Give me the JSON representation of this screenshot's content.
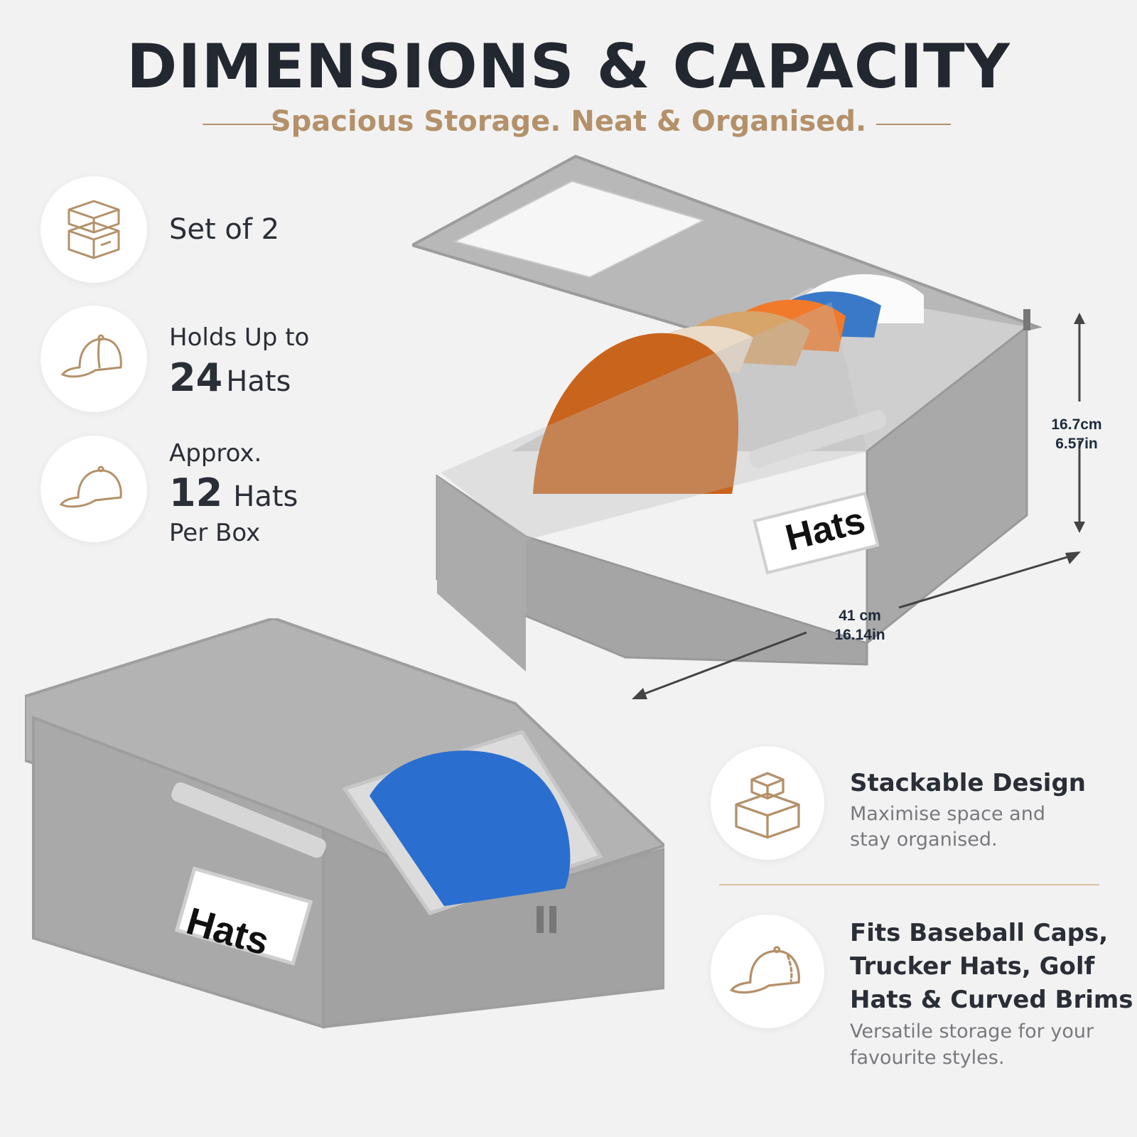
{
  "header": {
    "title": "DIMENSIONS & CAPACITY",
    "subtitle": "Spacious Storage. Neat & Organised."
  },
  "features_left": [
    {
      "icon": "stacked-boxes-icon",
      "line1": "Set of 2"
    },
    {
      "icon": "trucker-cap-icon",
      "line1": "Holds Up to",
      "number": "24",
      "unit": "Hats"
    },
    {
      "icon": "baseball-cap-icon",
      "line1": "Approx.",
      "number": "12",
      "unit": "Hats",
      "line3": "Per Box"
    }
  ],
  "features_right": [
    {
      "icon": "stack-boxes-icon",
      "title": "Stackable Design",
      "desc1": "Maximise space and",
      "desc2": "stay organised."
    },
    {
      "icon": "fitted-cap-icon",
      "title1": "Fits Baseball Caps,",
      "title2": "Trucker Hats, Golf",
      "title3": "Hats & Curved Brims",
      "desc1": "Versatile storage for your",
      "desc2": "favourite styles."
    }
  ],
  "dimensions": {
    "height_cm": "16.7cm",
    "height_in": "6.57in",
    "length_cm": "41 cm",
    "length_in": "16.14in"
  },
  "product": {
    "label_top_box": "Hats",
    "label_bottom_box": "Hats"
  },
  "colors": {
    "accent": "#b4916a",
    "title": "#23272f",
    "background": "#f2f2f2",
    "box_gray": "#a9a9a9"
  }
}
